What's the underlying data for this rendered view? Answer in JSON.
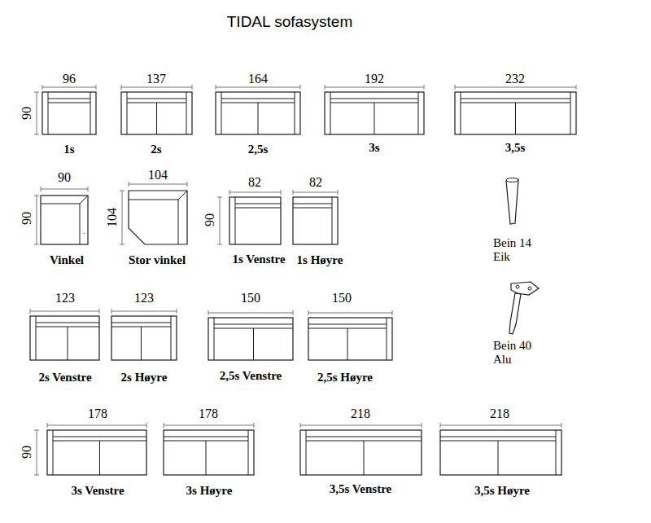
{
  "diagram": {
    "title": "TIDAL sofasystem",
    "labels": [
      "96",
      "137",
      "164",
      "192",
      "232",
      "90",
      "1s",
      "2s",
      "2,5s",
      "3s",
      "3,5s",
      "90",
      "104",
      "82",
      "82",
      "90",
      "104",
      "90",
      "Vinkel",
      "Stor vinkel",
      "1s Venstre",
      "1s Høyre",
      "Bein 14 Eik",
      "123",
      "123",
      "150",
      "150",
      "2s Venstre",
      "2s Høyre",
      "2,5s Venstre",
      "2,5s Høyre",
      "Bein 40 Alu",
      "178",
      "178",
      "218",
      "218",
      "90",
      "3s Venstre",
      "3s Høyre",
      "3,5s Venstre",
      "3,5s Høyre"
    ]
  }
}
